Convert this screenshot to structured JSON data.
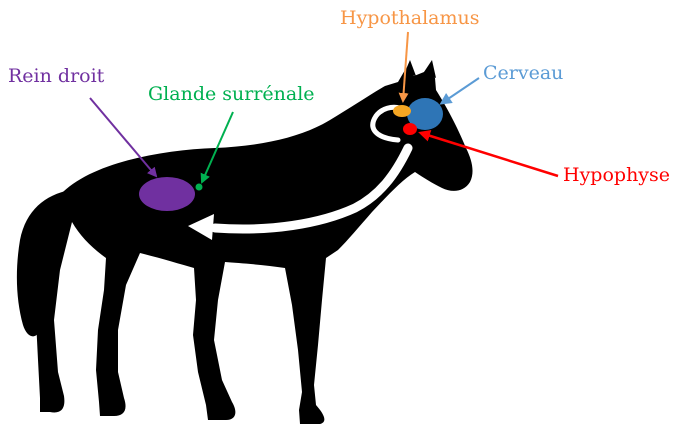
{
  "labels": {
    "rein_droit": "Rein droit",
    "glande_surrenale": "Glande surrénale",
    "hypothalamus": "Hypothalamus",
    "cerveau": "Cerveau",
    "hypophyse": "Hypophyse"
  },
  "colors": {
    "rein_droit": "#7030a0",
    "glande_surrenale": "#00b050",
    "hypothalamus": "#f79646",
    "cerveau": "#5b9bd5",
    "cerveau_organ": "#2e75b6",
    "hypophyse": "#ff0000",
    "hypothalamus_organ": "#f5a623",
    "horse": "#000000",
    "circulation_arrow": "#ffffff"
  }
}
